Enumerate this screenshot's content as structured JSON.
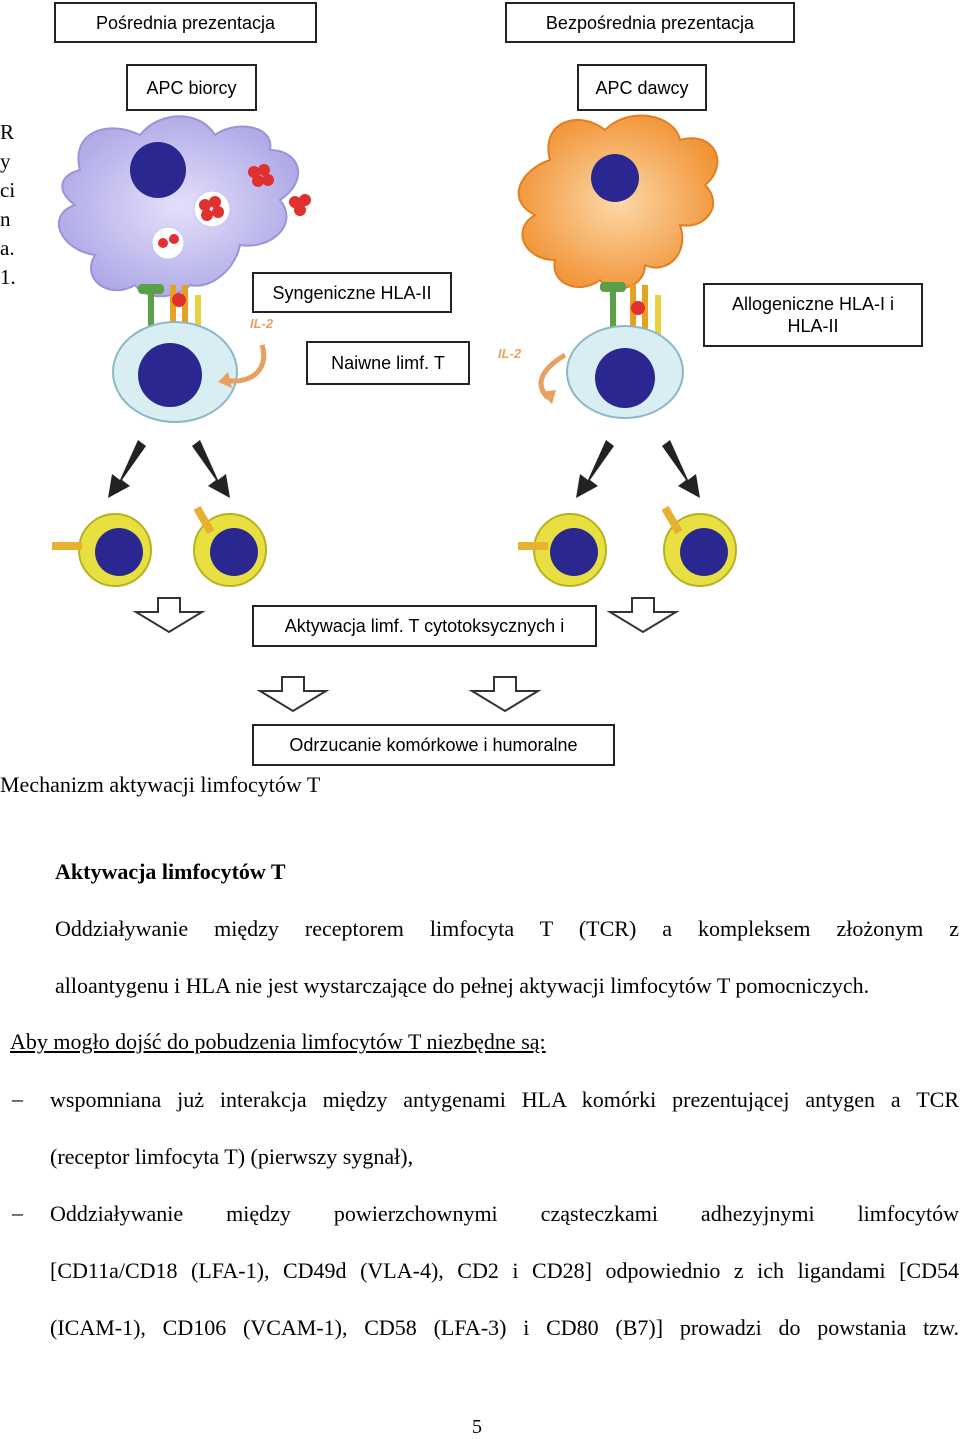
{
  "labels": {
    "indirect": "Pośrednia prezentacja",
    "direct": "Bezpośrednia prezentacja",
    "apc_recipient": "APC biorcy",
    "apc_donor": "APC dawcy",
    "syngeneic": "Syngeniczne HLA-II",
    "naive": "Naiwne limf. T",
    "allogeneic": "Allogeniczne HLA-I i HLA-II",
    "activation": "Aktywacja  limf. T cytotoksycznych i",
    "rejection": "Odrzucanie komórkowe i humoralne",
    "il2_left": "IL-2",
    "il2_right": "IL-2"
  },
  "figure_side_label": [
    "R",
    "y",
    "ci",
    "n",
    "a.",
    "1."
  ],
  "caption": "Mechanizm aktywacji limfocytów T",
  "section_heading": "Aktywacja limfocytów T",
  "paragraph_line1": "Oddziaływanie między receptorem limfocyta T (TCR) a kompleksem złożonym z",
  "paragraph_line2": "alloantygenu i HLA nie jest wystarczające do pełnej aktywacji limfocytów T pomocniczych.",
  "underlined_line": "Aby mogło dojść do pobudzenia limfocytów T niezbędne są:",
  "bullets": [
    {
      "dash": "–",
      "line1": "wspomniana już interakcja między antygenami HLA komórki prezentującej antygen a TCR",
      "line2": "(receptor limfocyta T) (pierwszy sygnał),"
    },
    {
      "dash": "–",
      "line1": "Oddziaływanie między powierzchownymi cząsteczkami adhezyjnymi limfocytów",
      "line2": "[CD11a/CD18 (LFA-1), CD49d (VLA-4), CD2 i CD28] odpowiednio z ich ligandami [CD54",
      "line3": "(ICAM-1), CD106 (VCAM-1), CD58 (LFA-3) i CD80 (B7)] prowadzi do powstania tzw."
    }
  ],
  "page_number": "5",
  "colors": {
    "apc_recipient": "#c8c4f0",
    "apc_donor": "#f4a85a",
    "nucleus": "#2a2890",
    "tcell_body": "#d8eef2",
    "effector_ring": "#e8e040",
    "antigen_red": "#e03030",
    "arrow": "#222222"
  }
}
